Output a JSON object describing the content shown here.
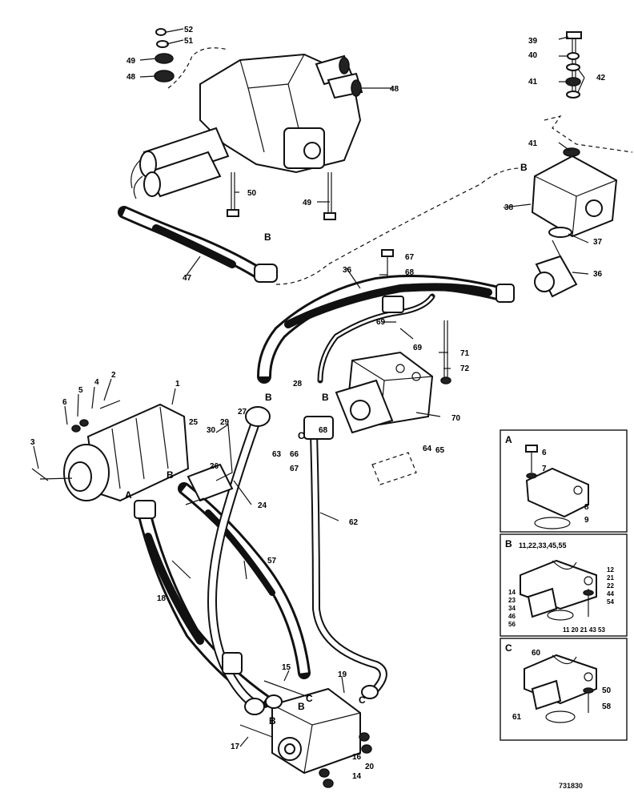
{
  "drawing_number": "731830",
  "callouts": {
    "c1": "1",
    "c2": "2",
    "c3": "3",
    "c4": "4",
    "c5": "5",
    "c6": "6",
    "c14": "14",
    "c15": "15",
    "c16": "16",
    "c17": "17",
    "c18": "18",
    "c19": "19",
    "c20": "20",
    "c24": "24",
    "c25": "25",
    "c26": "26",
    "c27": "27",
    "c28": "28",
    "c29": "29",
    "c30": "30",
    "c36": "36",
    "c37": "37",
    "c38": "38",
    "c39": "39",
    "c40": "40",
    "c41": "41",
    "c42": "42",
    "c46": "46",
    "c47": "47",
    "c48": "48",
    "c49": "49",
    "c50": "50",
    "c51": "51",
    "c52": "52",
    "c57": "57",
    "c61": "61",
    "c62": "62",
    "c63": "63",
    "c64": "64",
    "c65": "65",
    "c66": "66",
    "c67": "67",
    "c68": "68",
    "c69": "69",
    "c70": "70",
    "c71": "71",
    "c72": "72"
  },
  "connection_labels": {
    "A": "A",
    "B": "B",
    "C": "C"
  },
  "inset_a": {
    "letter": "A",
    "labels": [
      "6",
      "7",
      "8",
      "9"
    ]
  },
  "inset_b": {
    "letter": "B",
    "top_label": "11,22,33,45,55",
    "right_labels": [
      "12",
      "21",
      "22",
      "44",
      "54"
    ],
    "left_labels": [
      "14",
      "23",
      "34",
      "46",
      "56"
    ],
    "bottom_label": "11 20 21 43 53"
  },
  "inset_c": {
    "letter": "C",
    "labels": [
      "60",
      "50",
      "61",
      "58"
    ]
  }
}
